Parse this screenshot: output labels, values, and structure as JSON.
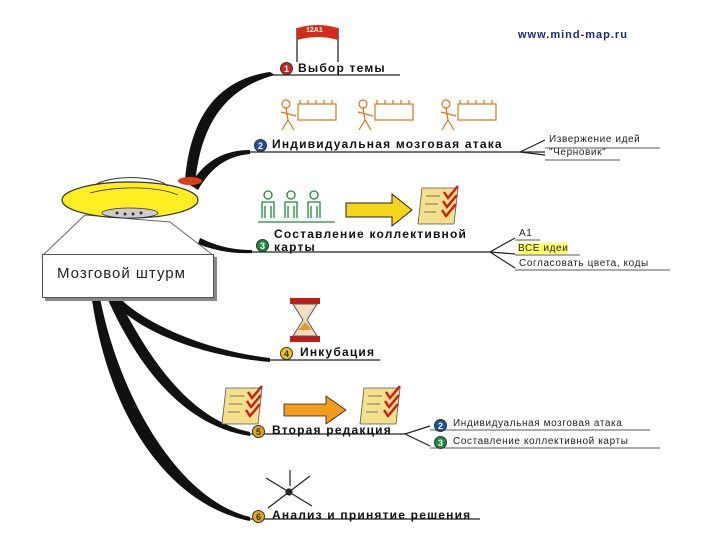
{
  "site_url": "www.mind-map.ru",
  "central_topic": "Мозговой штурм",
  "flag_text": "12А1",
  "branches": [
    {
      "number": "1",
      "label": "Выбор темы",
      "badge_color": "#cc2222"
    },
    {
      "number": "2",
      "label": "Индивидуальная мозговая атака",
      "badge_color": "#1f4ea1",
      "notes": [
        "Извержение идей",
        "\"Черновик\""
      ]
    },
    {
      "number": "3",
      "label_line1": "Составление коллективной",
      "label_line2": "карты",
      "badge_color": "#1f8a3a",
      "notes": [
        "А1",
        "ВСЕ идеи",
        "Согласовать цвета, коды"
      ]
    },
    {
      "number": "4",
      "label": "Инкубация",
      "badge_color": "#e6c619"
    },
    {
      "number": "5",
      "label": "Вторая редакция",
      "badge_color": "#e6a419",
      "subitems": [
        {
          "number": "2",
          "label": "Индивидуальная мозговая атака",
          "badge_color": "#1f4ea1"
        },
        {
          "number": "3",
          "label": "Составление коллективной карты",
          "badge_color": "#1f8a3a"
        }
      ]
    },
    {
      "number": "6",
      "label": "Анализ и принятие решения",
      "badge_color": "#e6a419"
    }
  ]
}
